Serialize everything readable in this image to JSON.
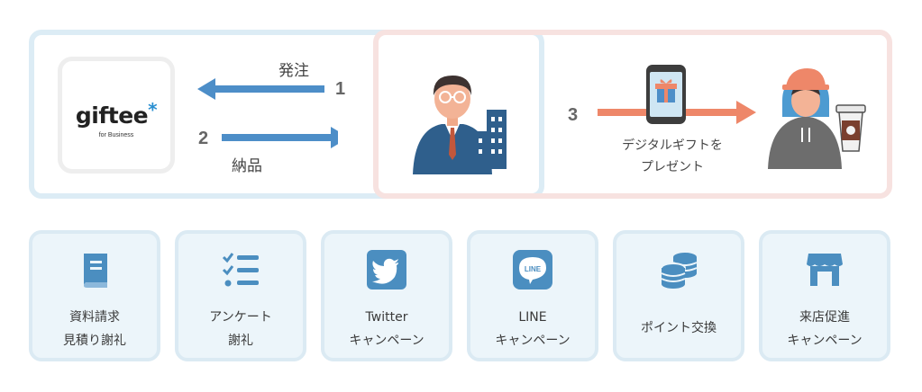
{
  "flow": {
    "order_label": "発注",
    "delivery_label": "納品",
    "step1": "1",
    "step2": "2",
    "step3": "3",
    "gift_line1": "デジタルギフトを",
    "gift_line2": "プレゼント"
  },
  "logo": {
    "main": "giftee",
    "star": "*",
    "sub": "for Business"
  },
  "colors": {
    "blue_arrow": "#4d8ec8",
    "red_arrow": "#ee8769",
    "card_icon": "#4b8ec0"
  },
  "use_cases": [
    {
      "icon": "book-icon",
      "line1": "資料請求",
      "line2": "見積り謝礼"
    },
    {
      "icon": "checklist-icon",
      "line1": "アンケート",
      "line2": "謝礼"
    },
    {
      "icon": "twitter-icon",
      "line1": "Twitter",
      "line2": "キャンペーン"
    },
    {
      "icon": "line-icon",
      "icon_text": "LINE",
      "line1": "LINE",
      "line2": "キャンペーン"
    },
    {
      "icon": "coins-icon",
      "line1": "ポイント交換"
    },
    {
      "icon": "store-icon",
      "line1": "来店促進",
      "line2": "キャンペーン"
    }
  ]
}
